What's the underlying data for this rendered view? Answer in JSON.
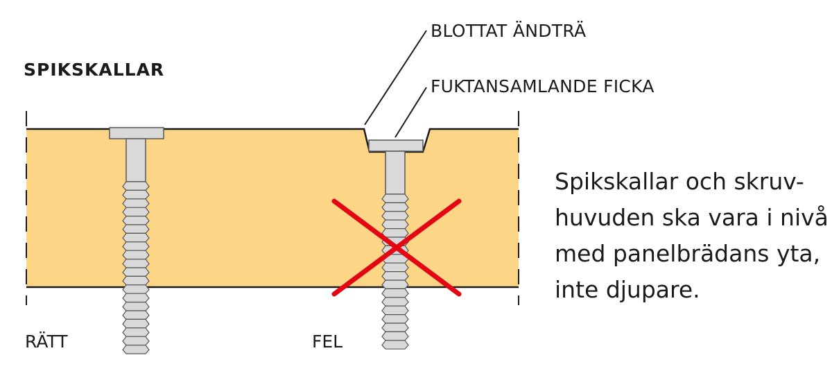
{
  "heading": "SPIKSKALLAR",
  "callouts": {
    "exposed_end_grain": "BLOTTAT ÄNDTRÄ",
    "moisture_pocket": "FUKTANSAMLANDE FICKA"
  },
  "cases": {
    "right": "RÄTT",
    "wrong": "FEL"
  },
  "caption": {
    "line1": "Spikskallar och skruv-",
    "line2": "huvuden ska vara i nivå",
    "line3": "med panelbrädans yta,",
    "line4": "inte djupare."
  },
  "colors": {
    "board": "#fcd587",
    "outline": "#1a1a1a",
    "screw": "#d9d9d9",
    "cross": "#e30613"
  }
}
